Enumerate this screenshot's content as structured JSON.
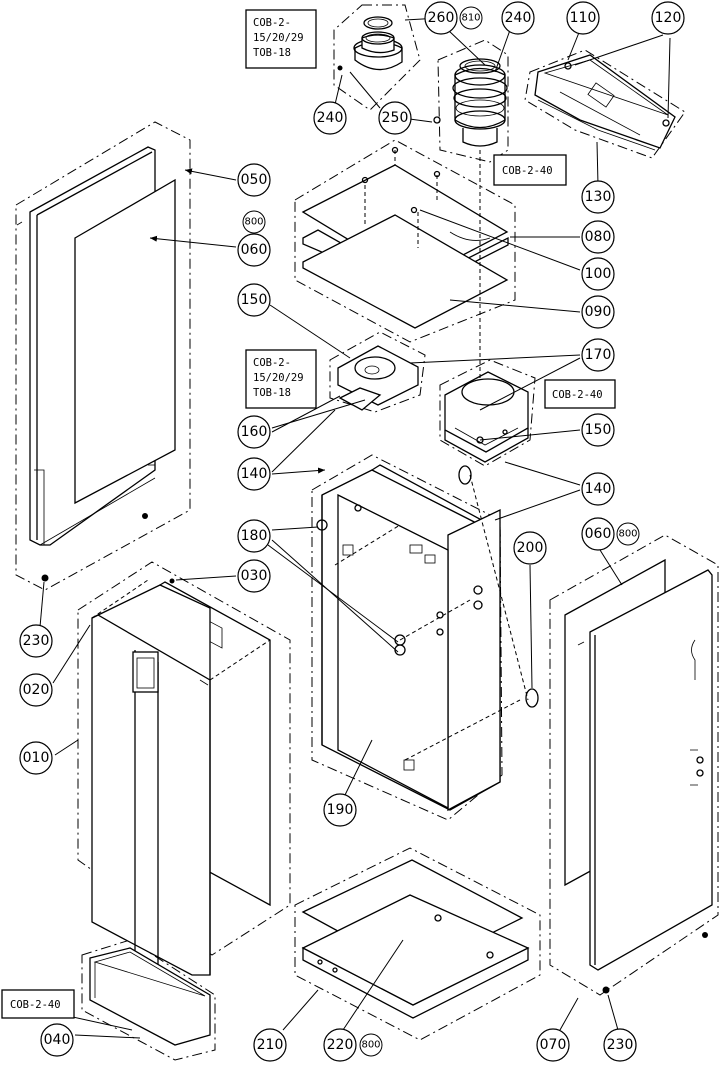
{
  "callouts": [
    {
      "id": "c260",
      "text": "260"
    },
    {
      "id": "c240a",
      "text": "240"
    },
    {
      "id": "c110",
      "text": "110"
    },
    {
      "id": "c120",
      "text": "120"
    },
    {
      "id": "c240b",
      "text": "240"
    },
    {
      "id": "c250",
      "text": "250"
    },
    {
      "id": "c050",
      "text": "050"
    },
    {
      "id": "c130",
      "text": "130"
    },
    {
      "id": "c060a",
      "text": "060"
    },
    {
      "id": "c080",
      "text": "080"
    },
    {
      "id": "c100",
      "text": "100"
    },
    {
      "id": "c150a",
      "text": "150"
    },
    {
      "id": "c090",
      "text": "090"
    },
    {
      "id": "c170",
      "text": "170"
    },
    {
      "id": "c160",
      "text": "160"
    },
    {
      "id": "c150b",
      "text": "150"
    },
    {
      "id": "c140a",
      "text": "140"
    },
    {
      "id": "c140b",
      "text": "140"
    },
    {
      "id": "c180",
      "text": "180"
    },
    {
      "id": "c200",
      "text": "200"
    },
    {
      "id": "c060b",
      "text": "060"
    },
    {
      "id": "c030",
      "text": "030"
    },
    {
      "id": "c230a",
      "text": "230"
    },
    {
      "id": "c020",
      "text": "020"
    },
    {
      "id": "c010",
      "text": "010"
    },
    {
      "id": "c190",
      "text": "190"
    },
    {
      "id": "c040",
      "text": "040"
    },
    {
      "id": "c210",
      "text": "210"
    },
    {
      "id": "c220",
      "text": "220"
    },
    {
      "id": "c070",
      "text": "070"
    },
    {
      "id": "c230b",
      "text": "230"
    }
  ],
  "sub_callouts": [
    {
      "id": "s810",
      "text": "810"
    },
    {
      "id": "s800a",
      "text": "800"
    },
    {
      "id": "s800b",
      "text": "800"
    },
    {
      "id": "s800c",
      "text": "800"
    }
  ],
  "label_boxes": [
    {
      "id": "lb1",
      "lines": [
        "COB-2-",
        "15/20/29",
        "TOB-18"
      ]
    },
    {
      "id": "lb2",
      "lines": [
        "COB-2-40"
      ]
    },
    {
      "id": "lb3",
      "lines": [
        "COB-2-",
        "15/20/29",
        "TOB-18"
      ]
    },
    {
      "id": "lb4",
      "lines": [
        "COB-2-40"
      ]
    },
    {
      "id": "lb5",
      "lines": [
        "COB-2-40"
      ]
    }
  ]
}
